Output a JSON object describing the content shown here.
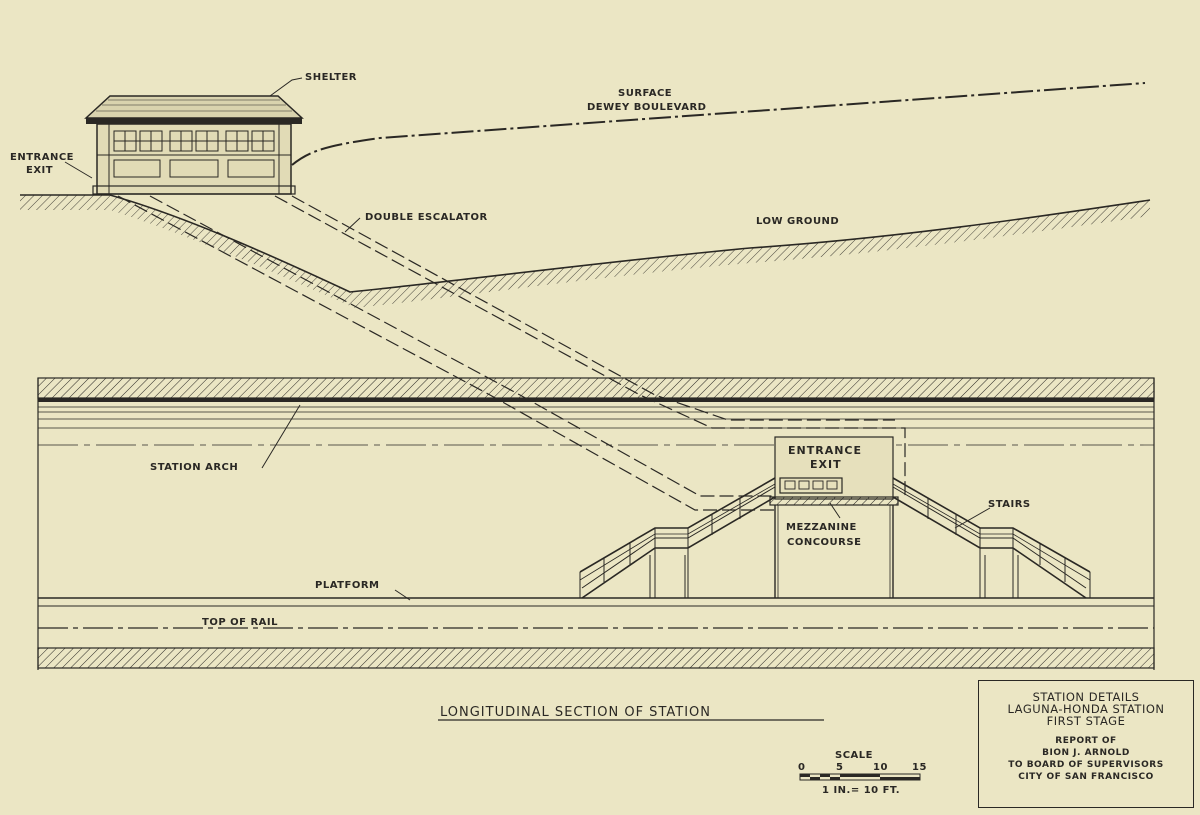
{
  "labels": {
    "shelter": "SHELTER",
    "surface": "SURFACE",
    "dewey": "DEWEY BOULEVARD",
    "entrance": "ENTRANCE",
    "exit": "EXIT",
    "double_escalator": "DOUBLE ESCALATOR",
    "low_ground": "LOW GROUND",
    "station_arch": "STATION ARCH",
    "entrance2": "ENTRANCE",
    "exit2": "EXIT",
    "stairs": "STAIRS",
    "mezzanine": "MEZZANINE",
    "concourse": "CONCOURSE",
    "platform": "PLATFORM",
    "top_of_rail": "TOP OF RAIL"
  },
  "drawing_title": "LONGITUDINAL SECTION OF STATION",
  "scale": {
    "label": "SCALE",
    "ticks": [
      "0",
      "5",
      "10",
      "15"
    ],
    "ratio": "1 IN.= 10 FT."
  },
  "title_block": {
    "line1": "STATION DETAILS",
    "line2": "LAGUNA-HONDA STATION",
    "line3": "FIRST STAGE",
    "line4": "REPORT OF",
    "line5": "BION J. ARNOLD",
    "line6": "TO BOARD OF SUPERVISORS",
    "line7": "CITY OF SAN FRANCISCO"
  },
  "colors": {
    "paper": "#ebe6c4",
    "ink": "#2a2824"
  }
}
